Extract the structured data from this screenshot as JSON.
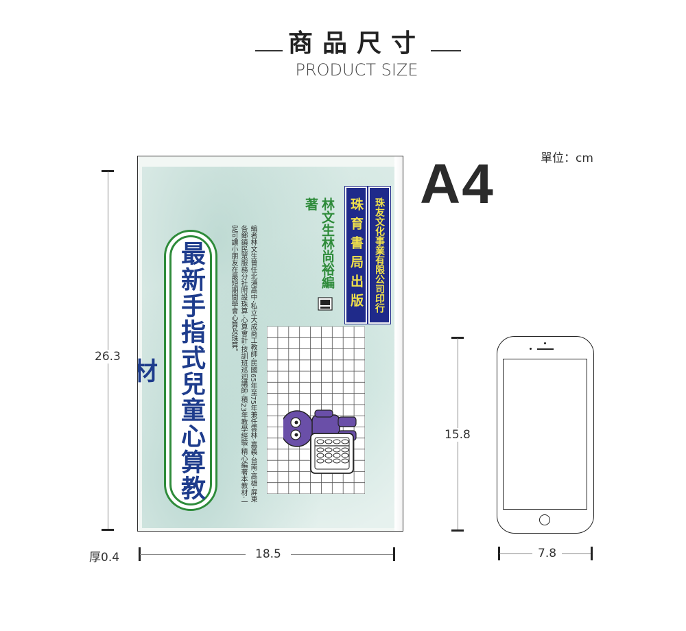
{
  "header": {
    "title": "商品尺寸",
    "subtitle": "PRODUCT SIZE"
  },
  "unit_label": "單位：cm",
  "size_badge": "A4",
  "book": {
    "title": "最新手指式兒童心算教材",
    "bio": "編者林文生曾任北港高中·私立大成商工教師·民國65年至75年兼任雲林·嘉義·台南·高雄·屏東各鄉鎮民眾服務分社附設珠算·心算會計·技訓班巡迴講師·積23年教學經驗·精心編著本教材·一定可讓小朋友在最短期間學會心算及珠算。",
    "authors": "林文生林尚裕編著",
    "publisher1": "珠育書局出版",
    "publisher2": "珠友文化事業有限公司印行",
    "colors": {
      "title": "#1e3c8c",
      "green": "#2e8b3a",
      "publisher_bg": "#1f2a8a",
      "publisher_text": "#f2e24a",
      "mascot": "#6a4fa8"
    }
  },
  "dimensions": {
    "height": "26.3",
    "width": "18.5",
    "thickness": "厚0.4",
    "phone_height": "15.8",
    "phone_width": "7.8"
  },
  "icons": {
    "phone": "smartphone-outline-icon",
    "logo": "publisher-logo-icon",
    "mascot": "child-with-abacus-illustration"
  }
}
